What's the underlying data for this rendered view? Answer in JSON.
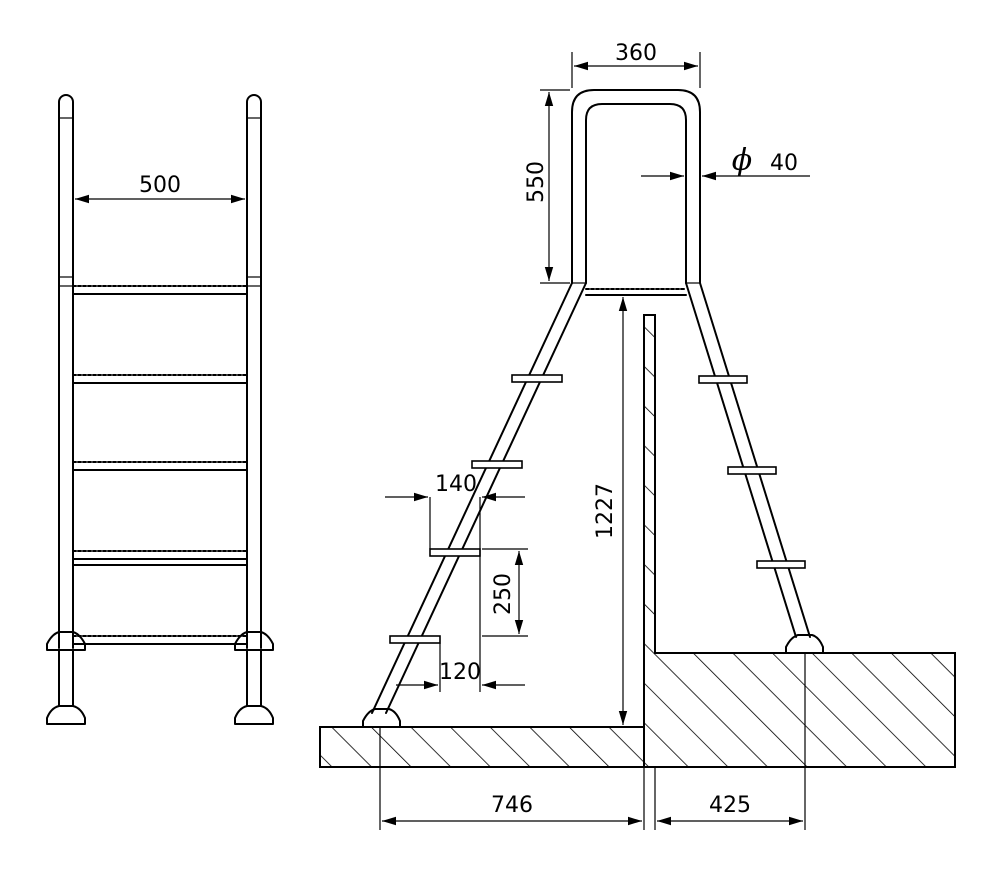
{
  "dimensions": {
    "front_width": "500",
    "top_width": "360",
    "top_height": "550",
    "tube_symbol": "ϕ",
    "tube_diameter": "40",
    "total_height": "1227",
    "step_depth": "140",
    "step_spacing": "250",
    "step_offset": "120",
    "base_left": "746",
    "base_right": "425"
  }
}
